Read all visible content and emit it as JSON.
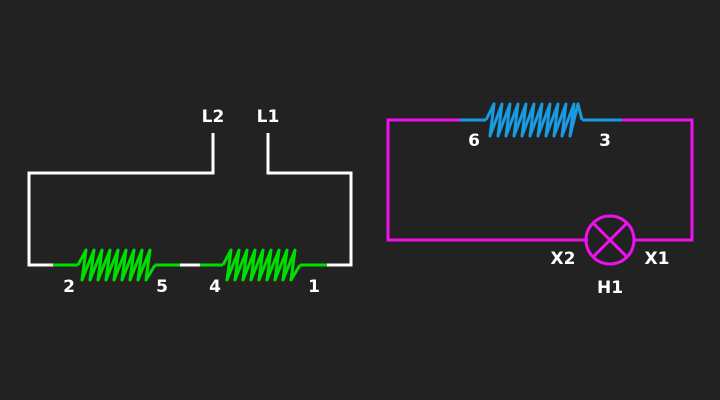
{
  "colors": {
    "background": "#222222",
    "primary_wire": "#ffffff",
    "primary_coil": "#00dd00",
    "secondary_wire": "#ee11ee",
    "secondary_coil": "#1a9ae0",
    "label": "#ffffff"
  },
  "primary": {
    "line_labels": {
      "l2": "L2",
      "l1": "L1"
    },
    "coil_a": {
      "left": "2",
      "right": "5"
    },
    "coil_b": {
      "left": "4",
      "right": "1"
    }
  },
  "secondary": {
    "coil": {
      "left": "6",
      "right": "3"
    },
    "lamp": {
      "name": "H1",
      "left": "X2",
      "right": "X1",
      "icon": "lamp-icon"
    }
  }
}
